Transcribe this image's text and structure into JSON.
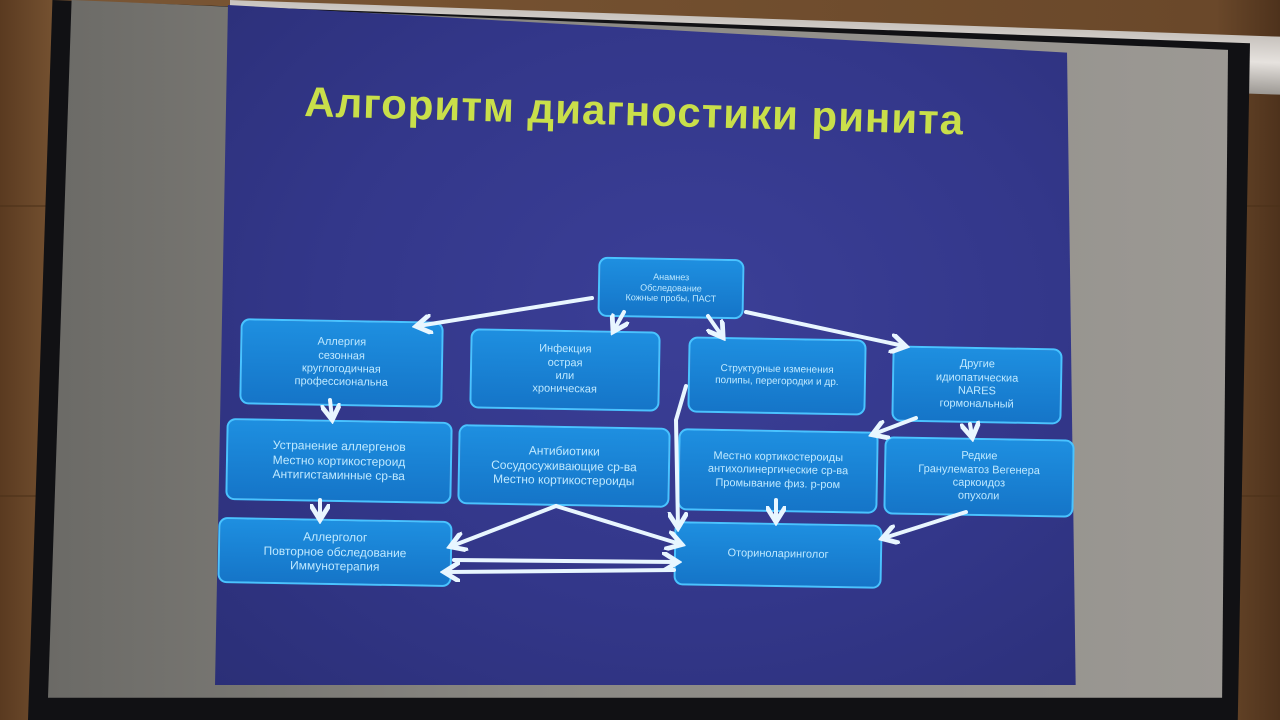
{
  "title": "Алгоритм диагностики ринита",
  "nodes": {
    "root": [
      "Анамнез",
      "Обследование",
      "Кожные пробы, ПАСТ"
    ],
    "allergy": [
      "Аллергия",
      "сезонная",
      "круглогодичная",
      "профессиональна"
    ],
    "infection": [
      "Инфекция",
      "острая",
      "или",
      "хроническая"
    ],
    "structural": [
      "Структурные изменения",
      "полипы, перегородки и др."
    ],
    "other": [
      "Другие",
      "идиопатическиа",
      "NARES",
      "гормональный"
    ],
    "allergy_treatment": [
      "Устранение аллергенов",
      "Местно кортикостероид",
      "Антигистаминные ср-ва"
    ],
    "antibiotics": [
      "Антибиотики",
      "Сосудосуживающие ср-ва",
      "Местно кортикостероиды"
    ],
    "local_corticosteroids": [
      "Местно кортикостероиды",
      "антихолинергические ср-ва",
      "Промывание физ. р-ром"
    ],
    "rare": [
      "Редкие",
      "Гранулематоз Вегенера",
      "саркоидоз",
      "опухоли"
    ],
    "allergist": [
      "Аллерголог",
      "Повторное обследование",
      "Иммунотерапия"
    ],
    "ent": [
      "Оториноларинголог"
    ]
  },
  "colors": {
    "slide_bg": "#33378a",
    "title": "#c9df4a",
    "box_fill": "#1a82d6",
    "box_border": "#49c3ff",
    "box_text": "#bfe9ff",
    "arrow": "#e8f6ff"
  }
}
